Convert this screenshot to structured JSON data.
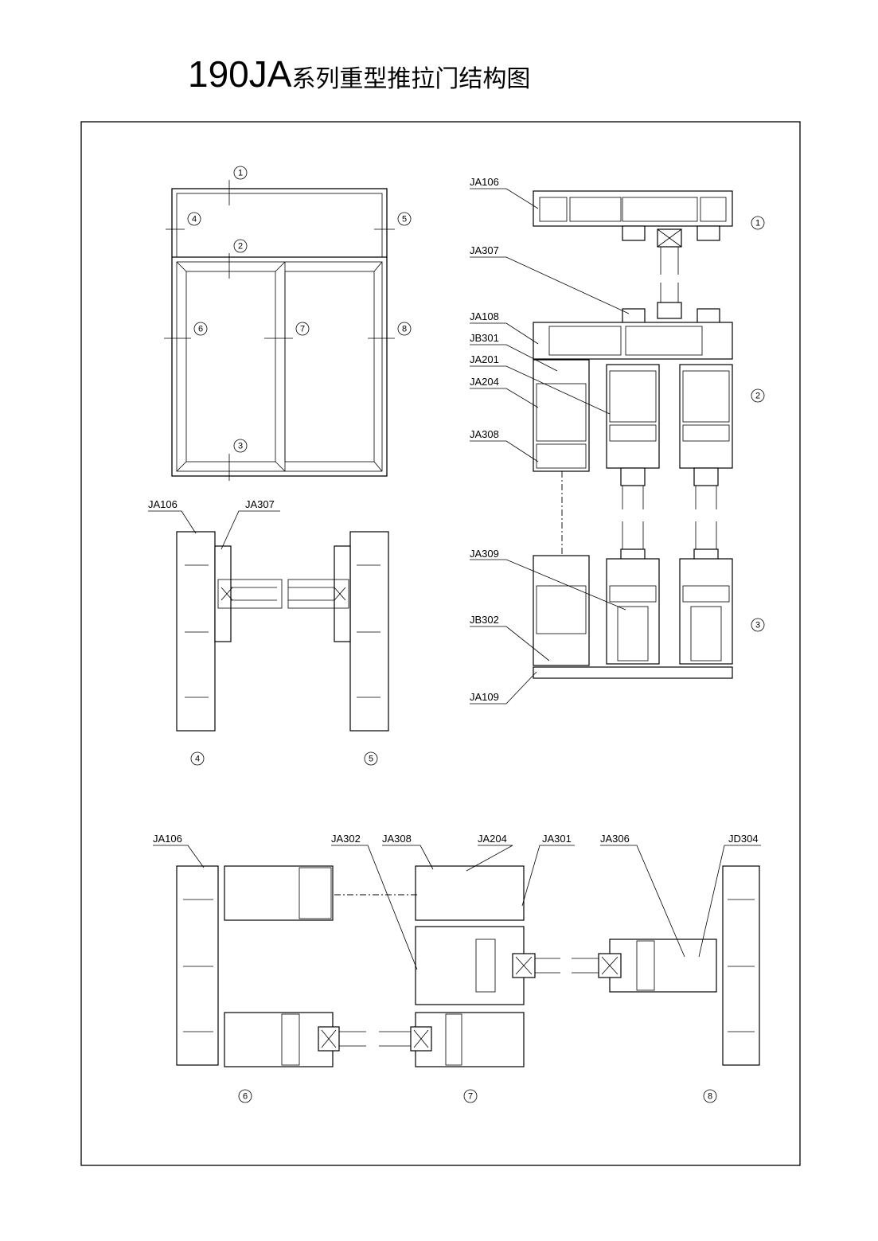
{
  "title": {
    "series": "190JA",
    "text": "系列重型推拉门结构图"
  },
  "section_markers": [
    "1",
    "2",
    "3",
    "4",
    "5",
    "6",
    "7",
    "8"
  ],
  "labels": {
    "right_column": [
      "JA106",
      "JA307",
      "JA108",
      "JB301",
      "JA201",
      "JA204",
      "JA308",
      "JA309",
      "JB302",
      "JA109"
    ],
    "left_middle": [
      "JA106",
      "JA307"
    ],
    "bottom": [
      "JA106",
      "JA302",
      "JA308",
      "JA204",
      "JA301",
      "JA306",
      "JD304"
    ]
  }
}
